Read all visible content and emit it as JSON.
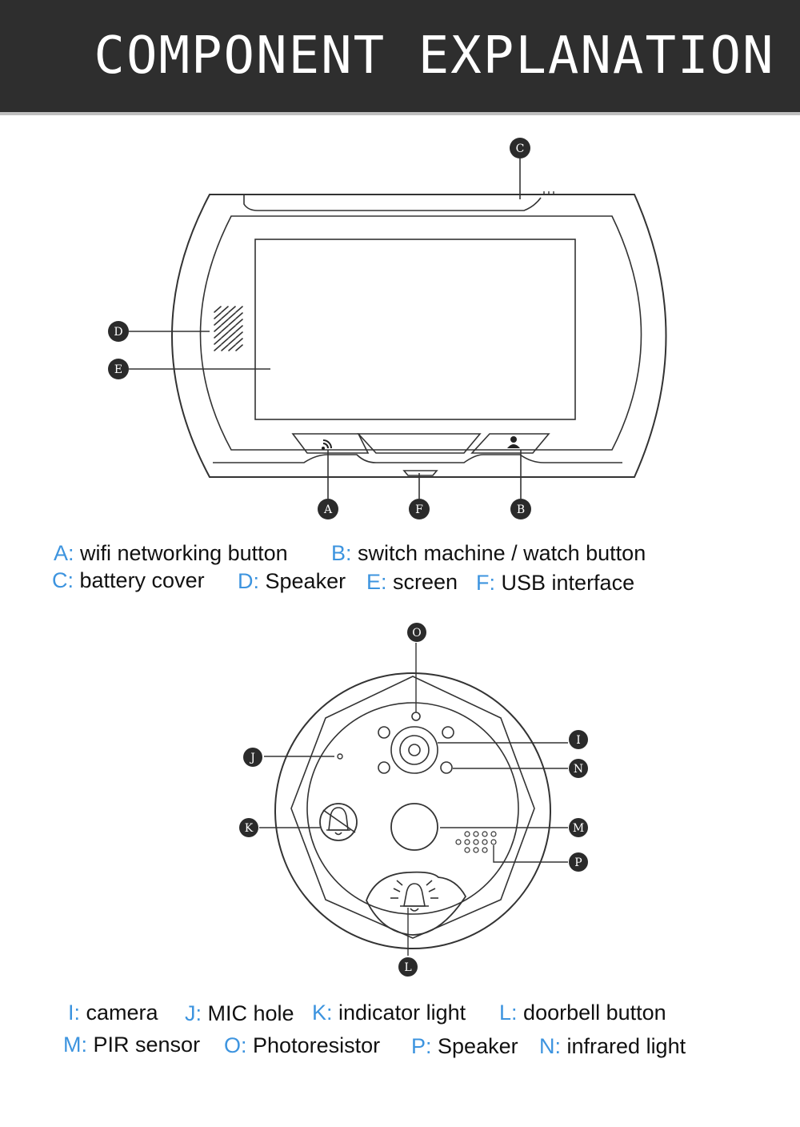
{
  "title": "COMPONENT EXPLANATION",
  "markers": {
    "A": "A",
    "B": "B",
    "C": "C",
    "D": "D",
    "E": "E",
    "F": "F",
    "I": "I",
    "J": "J",
    "K": "K",
    "L": "L",
    "M": "M",
    "N": "N",
    "O": "O",
    "P": "P"
  },
  "legend1": [
    {
      "key": "A:",
      "label": "wifi networking button"
    },
    {
      "key": "B:",
      "label": "switch machine / watch button"
    },
    {
      "key": "C:",
      "label": "battery cover"
    },
    {
      "key": "D:",
      "label": "Speaker"
    },
    {
      "key": "E:",
      "label": "screen"
    },
    {
      "key": "F:",
      "label": "USB interface"
    }
  ],
  "legend2": [
    {
      "key": "I:",
      "label": "camera"
    },
    {
      "key": "J:",
      "label": "MIC hole"
    },
    {
      "key": "K:",
      "label": "indicator light"
    },
    {
      "key": "L:",
      "label": "doorbell button"
    },
    {
      "key": "M:",
      "label": "PIR sensor"
    },
    {
      "key": "O:",
      "label": "Photoresistor"
    },
    {
      "key": "P:",
      "label": "Speaker"
    },
    {
      "key": "N:",
      "label": "infrared light"
    }
  ],
  "colors": {
    "header_bg": "#2e2e2e",
    "key_blue": "#3d94df",
    "marker_fill": "#2b2b2b",
    "line": "#333333"
  },
  "icons": {
    "wifi_button": "wifi-icon",
    "watch_button": "person-icon",
    "indicator": "bell-off-icon",
    "doorbell": "bell-ring-icon"
  }
}
